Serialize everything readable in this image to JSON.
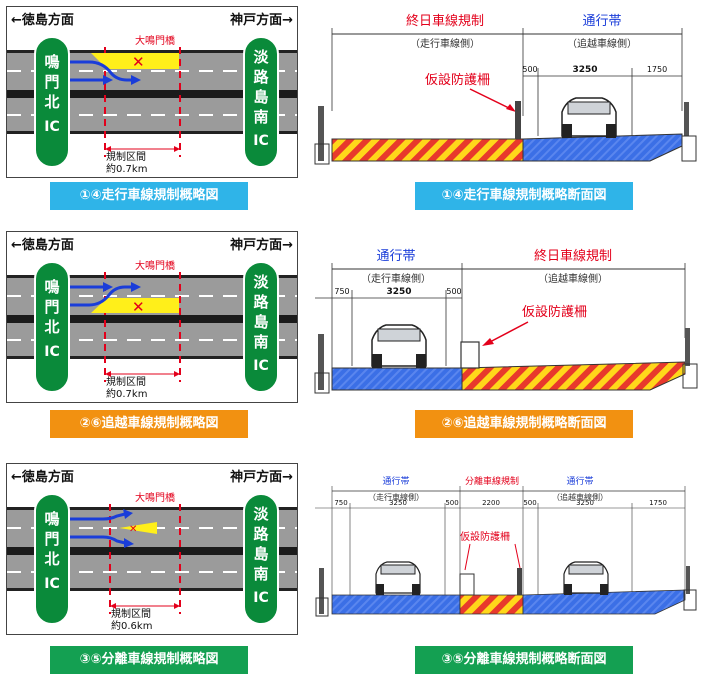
{
  "rows": [
    {
      "plan": {
        "left_dir": "←徳島方面",
        "right_dir": "神戸方面→",
        "left_ic": [
          "鳴",
          "門",
          "北",
          "IC"
        ],
        "right_ic": [
          "淡",
          "路",
          "島",
          "南",
          "IC"
        ],
        "bridge": "大鳴門橋",
        "zone_label": "規制区間",
        "zone_length": "約0.7km"
      },
      "plan_caption": "①④走行車線規制概略図",
      "section": {
        "label_a": "終日車線規制",
        "label_a_sub": "（走行車線側）",
        "label_b": "通行帯",
        "label_b_sub": "（追越車線側）",
        "barrier": "仮設防護柵",
        "dims": [
          "500",
          "3250",
          "1750"
        ]
      },
      "section_caption": "①④走行車線規制概略断面図"
    },
    {
      "plan": {
        "left_dir": "←徳島方面",
        "right_dir": "神戸方面→",
        "left_ic": [
          "鳴",
          "門",
          "北",
          "IC"
        ],
        "right_ic": [
          "淡",
          "路",
          "島",
          "南",
          "IC"
        ],
        "bridge": "大鳴門橋",
        "zone_label": "規制区間",
        "zone_length": "約0.7km"
      },
      "plan_caption": "②⑥追越車線規制概略図",
      "section": {
        "label_a": "通行帯",
        "label_a_sub": "（走行車線側）",
        "label_b": "終日車線規制",
        "label_b_sub": "（追越車線側）",
        "barrier": "仮設防護柵",
        "dims": [
          "750",
          "3250",
          "500"
        ]
      },
      "section_caption": "②⑥追越車線規制概略断面図"
    },
    {
      "plan": {
        "left_dir": "←徳島方面",
        "right_dir": "神戸方面→",
        "left_ic": [
          "鳴",
          "門",
          "北",
          "IC"
        ],
        "right_ic": [
          "淡",
          "路",
          "島",
          "南",
          "IC"
        ],
        "bridge": "大鳴門橋",
        "zone_label": "規制区間",
        "zone_length": "約0.6km"
      },
      "plan_caption": "③⑤分離車線規制概略図",
      "section": {
        "label_a": "通行帯",
        "label_a_sub": "（走行車線側）",
        "label_m": "分離車線規制",
        "label_b": "通行帯",
        "label_b_sub": "（追越車線側）",
        "barrier": "仮設防護柵",
        "dims": [
          "750",
          "3250",
          "500",
          "2200",
          "500",
          "3250",
          "1750"
        ]
      },
      "section_caption": "③⑤分離車線規制概略断面図"
    }
  ],
  "colors": {
    "cyan": "#2fb4e8",
    "orange": "#f29111",
    "green": "#14a052",
    "ic_green": "#0a8a3a",
    "road": "#9b9b9b",
    "median": "#1b1b1b",
    "red": "#e3001b",
    "blue": "#1a3dd9",
    "yellow": "#ffef1a",
    "hatch_red": "#e8392c",
    "hatch_yellow": "#ffd71a",
    "lane_blue": "#3b6fe6"
  }
}
